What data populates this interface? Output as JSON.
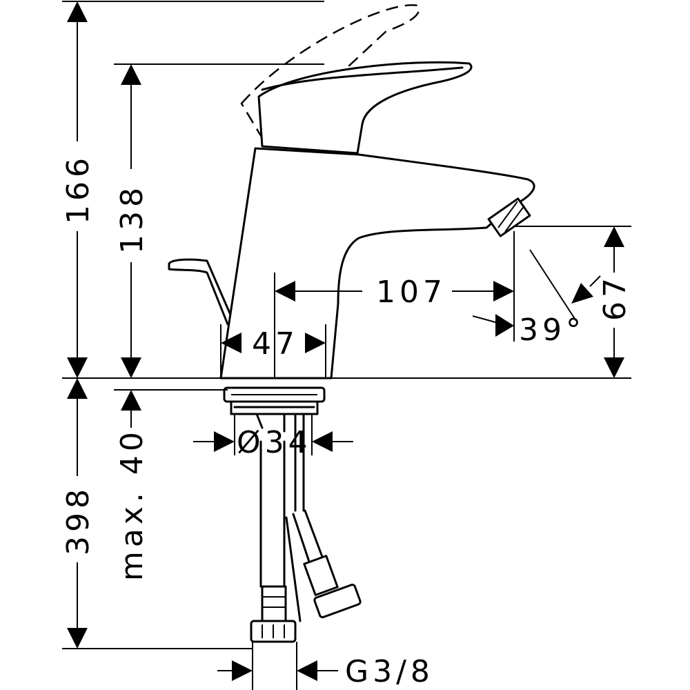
{
  "dimensions": {
    "total_height": "166",
    "body_height": "138",
    "spout_height": "67",
    "spout_reach": "107",
    "body_width": "47",
    "spray_angle": "39°",
    "hole_diameter": "Ø34",
    "max_thickness": "max. 40",
    "hose_length": "398",
    "connection": "G3/8"
  }
}
